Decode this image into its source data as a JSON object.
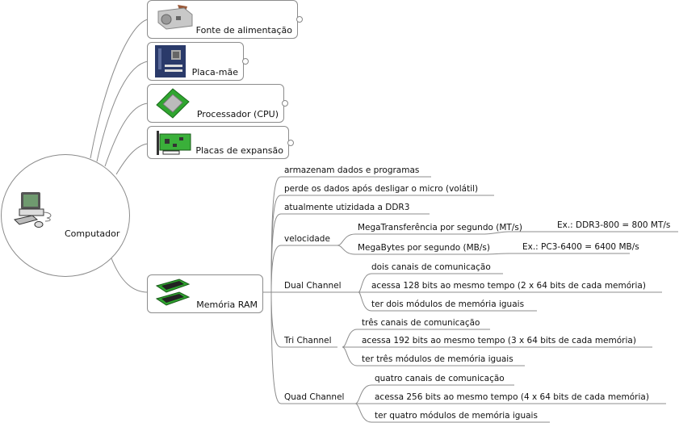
{
  "root": {
    "label": "Computador",
    "icon": "computer-icon"
  },
  "hardware": [
    {
      "label": "Fonte de alimentação",
      "icon": "power-supply-icon"
    },
    {
      "label": "Placa-mãe",
      "icon": "motherboard-icon"
    },
    {
      "label": "Processador (CPU)",
      "icon": "cpu-icon"
    },
    {
      "label": "Placas de expansão",
      "icon": "expansion-card-icon"
    }
  ],
  "ram": {
    "label": "Memória RAM",
    "icon": "ram-icon",
    "facts": [
      "armazenam dados e programas",
      "perde os dados após desligar o micro (volátil)",
      "atualmente utizidada a DDR3"
    ],
    "speed": {
      "label": "velocidade",
      "items": [
        {
          "label": "MegaTransferência por segundo (MT/s)",
          "example": "Ex.: DDR3-800 = 800 MT/s"
        },
        {
          "label": "MegaBytes por segundo (MB/s)",
          "example": "Ex.: PC3-6400 = 6400 MB/s"
        }
      ]
    },
    "channels": [
      {
        "label": "Dual Channel",
        "items": [
          "dois canais de comunicação",
          "acessa 128 bits ao mesmo tempo (2 x 64 bits de cada memória)",
          "ter dois módulos de memória iguais"
        ]
      },
      {
        "label": "Tri Channel",
        "items": [
          "três canais de comunicação",
          "acessa 192 bits ao mesmo tempo (3 x 64 bits de cada memória)",
          "ter três módulos de memória iguais"
        ]
      },
      {
        "label": "Quad Channel",
        "items": [
          "quatro canais de comunicação",
          "acessa 256 bits ao mesmo tempo (4 x 64 bits de cada memória)",
          "ter quatro módulos de memória iguais"
        ]
      }
    ]
  },
  "colors": {
    "line": "#8c8c8c",
    "chip_green": "#2fa52f"
  }
}
